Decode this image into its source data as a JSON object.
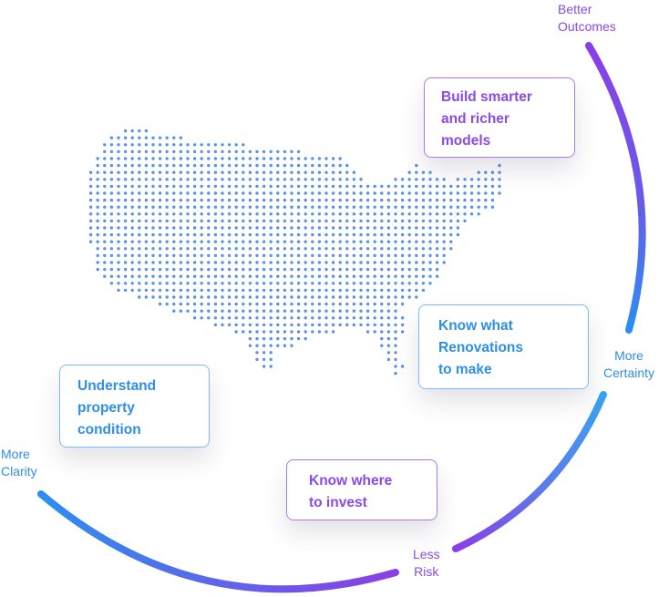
{
  "colors": {
    "purple": "#8a4ae8",
    "blue": "#2f8ee5",
    "map_dots": "#5a93e3"
  },
  "cards": [
    {
      "id": "build",
      "lines": [
        "Build smarter",
        "and richer",
        "models"
      ],
      "color": "purple"
    },
    {
      "id": "renovations",
      "lines": [
        "Know what",
        "Renovations",
        "to make"
      ],
      "color": "blue"
    },
    {
      "id": "condition",
      "lines": [
        "Understand",
        "property",
        "condition"
      ],
      "color": "blue"
    },
    {
      "id": "invest",
      "lines": [
        "Know where",
        "to invest"
      ],
      "color": "purple"
    }
  ],
  "arc_labels": [
    {
      "id": "outcomes",
      "lines": [
        "Better",
        "Outcomes"
      ],
      "color": "purple"
    },
    {
      "id": "certainty",
      "lines": [
        "More",
        "Certainty"
      ],
      "color": "blue"
    },
    {
      "id": "clarity",
      "lines": [
        "More",
        "Clarity"
      ],
      "color": "blue"
    },
    {
      "id": "risk",
      "lines": [
        "Less",
        "Risk"
      ],
      "color": "purple"
    }
  ]
}
